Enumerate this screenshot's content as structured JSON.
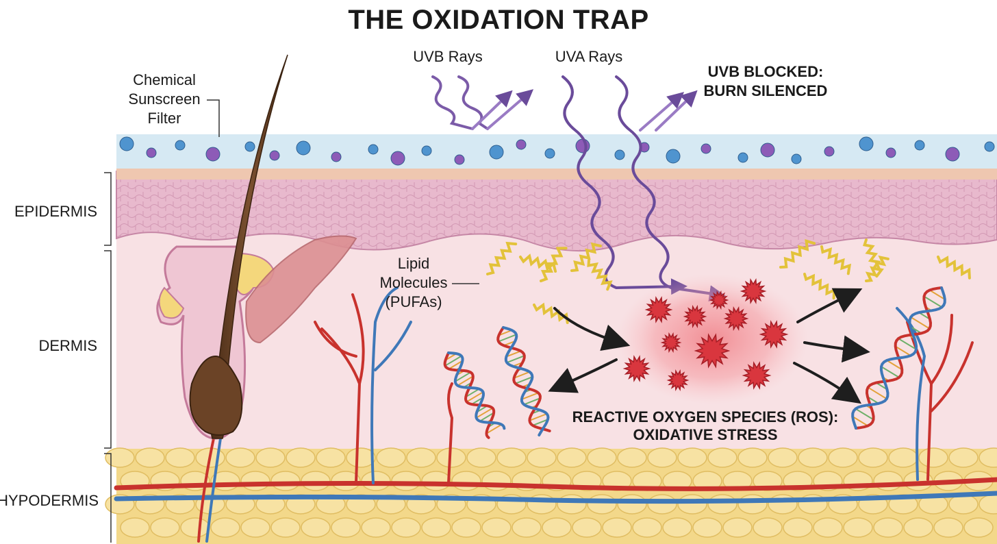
{
  "title": "THE OXIDATION TRAP",
  "labels": {
    "uvb_rays": "UVB Rays",
    "uva_rays": "UVA Rays",
    "uvb_blocked_line1": "UVB BLOCKED:",
    "uvb_blocked_line2": "BURN SILENCED",
    "sunscreen_line1": "Chemical",
    "sunscreen_line2": "Sunscreen",
    "sunscreen_line3": "Filter",
    "lipid_line1": "Lipid",
    "lipid_line2": "Molecules",
    "lipid_line3": "(PUFAs)",
    "ros_line1": "REACTIVE OXYGEN SPECIES (ROS):",
    "ros_line2": "OXIDATIVE STRESS"
  },
  "layers": {
    "epidermis": "EPIDERMIS",
    "dermis": "DERMIS",
    "hypodermis": "HYPODERMIS"
  },
  "colors": {
    "uv_purple": "#7b5ba8",
    "ros_red": "#d9363e",
    "lipid_yellow": "#e3c23a",
    "artery_red": "#c8322d",
    "vein_blue": "#3f78b8",
    "filter_band": "#d6e9f3",
    "epidermis_pink": "#e7b6cb",
    "dermis_pink": "#f8e1e4",
    "fat_yellow": "#f3d88a",
    "hair_brown": "#6b4326"
  }
}
